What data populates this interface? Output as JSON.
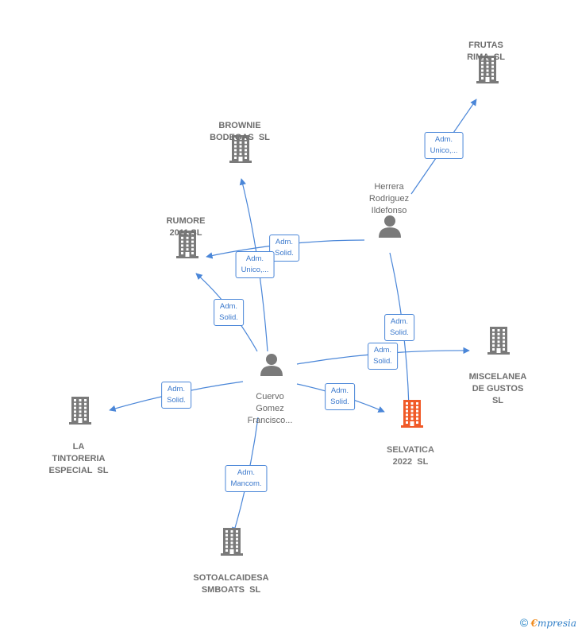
{
  "colors": {
    "edge": "#4a86d8",
    "company_icon": "#7a7a7a",
    "focus_icon": "#f05a28",
    "person_icon": "#7a7a7a"
  },
  "nodes": {
    "frutas_rima": {
      "label": "FRUTAS\nRIMA  SL",
      "icon": "building-icon"
    },
    "brownie_bodegas": {
      "label": "BROWNIE\nBODEGAS  SL",
      "icon": "building-icon"
    },
    "rumore_2011": {
      "label": "RUMORE\n2011 SL",
      "icon": "building-icon"
    },
    "herrera": {
      "label": "Herrera\nRodriguez\nIldefonso",
      "icon": "person-icon"
    },
    "cuervo": {
      "label": "Cuervo\nGomez\nFrancisco...",
      "icon": "person-icon"
    },
    "miscelanea": {
      "label": "MISCELANEA\nDE GUSTOS\nSL",
      "icon": "building-icon"
    },
    "tintoreria": {
      "label": "LA\nTINTORERIA\nESPECIAL  SL",
      "icon": "building-icon"
    },
    "selvatica": {
      "label": "SELVATICA\n2022  SL",
      "icon": "building-icon"
    },
    "sotoalcaidesa": {
      "label": "SOTOALCAIDESA\nSMBOATS  SL",
      "icon": "building-icon"
    }
  },
  "edges": [
    {
      "from": "herrera",
      "to": "frutas_rima",
      "label": "Adm.\nUnico,..."
    },
    {
      "from": "herrera",
      "to": "rumore_2011",
      "label": "Adm.\nSolid."
    },
    {
      "from": "herrera",
      "to": "selvatica",
      "label": "Adm.\nSolid."
    },
    {
      "from": "cuervo",
      "to": "brownie_bodegas",
      "label": "Adm.\nUnico,..."
    },
    {
      "from": "cuervo",
      "to": "rumore_2011",
      "label": "Adm.\nSolid."
    },
    {
      "from": "cuervo",
      "to": "miscelanea",
      "label": "Adm.\nSolid."
    },
    {
      "from": "cuervo",
      "to": "tintoreria",
      "label": "Adm.\nSolid."
    },
    {
      "from": "cuervo",
      "to": "selvatica",
      "label": "Adm.\nSolid."
    },
    {
      "from": "cuervo",
      "to": "sotoalcaidesa",
      "label": "Adm.\nMancom."
    }
  ],
  "footer": {
    "copyright": "©",
    "brand_first": "€",
    "brand_rest": "mpresia"
  }
}
